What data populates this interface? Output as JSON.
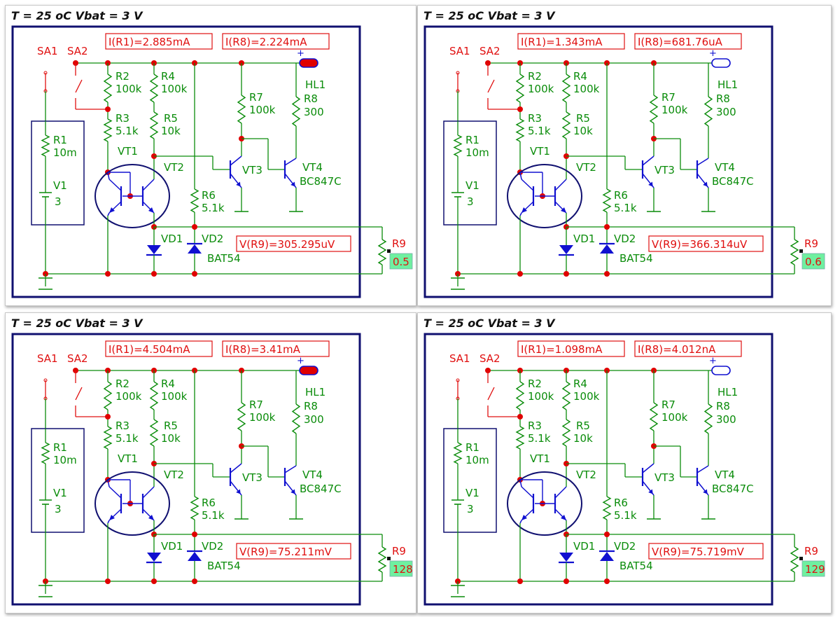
{
  "colors": {
    "wire": "#0a8c0a",
    "comp": "#0a8c0a",
    "trans": "#1010d0",
    "red": "#e00000",
    "frame": "#101070",
    "label_red": "#e01010",
    "label_green": "#0a8c0a",
    "value_bg": "#6ff0a0"
  },
  "panels": [
    {
      "title": "T = 25 oC   Vbat = 3 V",
      "i_r1": "I(R1)=2.885mA",
      "i_r8": "I(R8)=2.224mA",
      "v_r9": "V(R9)=305.295uV",
      "r9_value": "0.5",
      "lamp_on": true
    },
    {
      "title": "T = 25 oC   Vbat = 3 V",
      "i_r1": "I(R1)=1.343mA",
      "i_r8": "I(R8)=681.76uA",
      "v_r9": "V(R9)=366.314uV",
      "r9_value": "0.6",
      "lamp_on": false
    },
    {
      "title": "T = 25 oC   Vbat = 3 V",
      "i_r1": "I(R1)=4.504mA",
      "i_r8": "I(R8)=3.41mA",
      "v_r9": "V(R9)=75.211mV",
      "r9_value": "128",
      "lamp_on": true
    },
    {
      "title": "T = 25 oC   Vbat = 3 V",
      "i_r1": "I(R1)=1.098mA",
      "i_r8": "I(R8)=4.012nA",
      "v_r9": "V(R9)=75.719mV",
      "r9_value": "129",
      "lamp_on": false
    }
  ],
  "labels": {
    "sa1": "SA1",
    "sa2": "SA2",
    "r1": "R1",
    "r1_val": "10m",
    "v1": "V1",
    "v1_val": "3",
    "r2": "R2",
    "r2_val": "100k",
    "r3": "R3",
    "r3_val": "5.1k",
    "r4": "R4",
    "r4_val": "100k",
    "r5": "R5",
    "r5_val": "10k",
    "r6": "R6",
    "r6_val": "5.1k",
    "r7": "R7",
    "r7_val": "100k",
    "r8": "R8",
    "r8_val": "300",
    "r9": "R9",
    "vt1": "VT1",
    "vt2": "VT2",
    "vt3": "VT3",
    "vt4": "VT4",
    "vt4_model": "BC847C",
    "vd1": "VD1",
    "vd2": "VD2",
    "vd2_model": "BAT54",
    "hl1": "HL1",
    "plus": "+"
  }
}
